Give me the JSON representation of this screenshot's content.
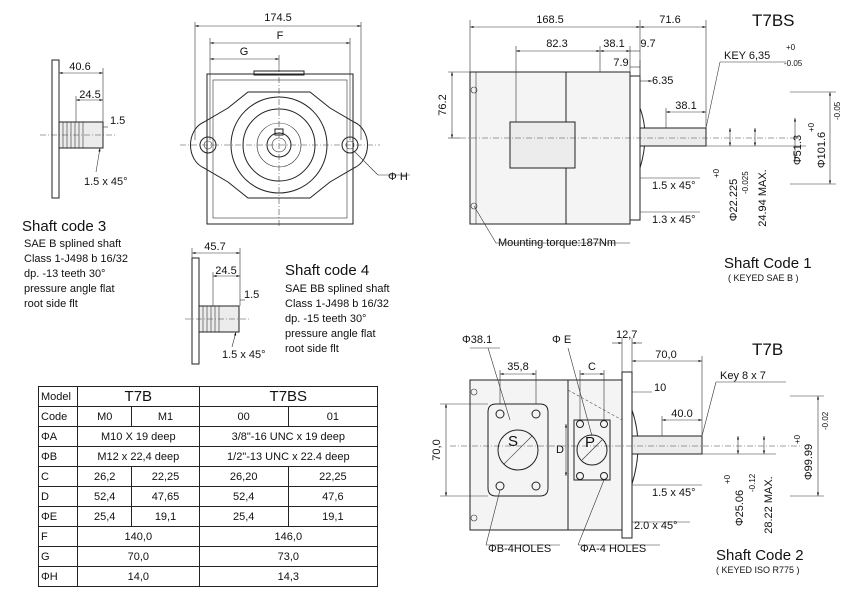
{
  "top_view": {
    "overall_width": "174.5",
    "dim_f": "F",
    "dim_g": "G",
    "phi_h": "Φ H"
  },
  "shaft3": {
    "dim_width": "40.6",
    "dim_spline": "24.5",
    "dim_step": "1.5",
    "chamfer": "1.5 x 45°",
    "title": "Shaft code 3",
    "lines": [
      "SAE B splined shaft",
      "Class 1-J498 b 16/32",
      "dp. -13 teeth 30°",
      "pressure angle flat",
      "root side flt"
    ]
  },
  "shaft4": {
    "dim_width": "45.7",
    "dim_spline": "24.5",
    "dim_step": "1.5",
    "chamfer": "1.5 x 45°",
    "title": "Shaft code 4",
    "lines": [
      "SAE BB splined shaft",
      "Class 1-J498 b 16/32",
      "dp. -15 teeth 30°",
      "pressure angle flat",
      "root side flt"
    ]
  },
  "t7bs": {
    "title": "T7BS",
    "dim_overall": "168.5",
    "dim_flange": "71.6",
    "dim_82": "82.3",
    "dim_38a": "38.1",
    "dim_97": "9.7",
    "dim_79": "7.9",
    "dim_635": "6.35",
    "dim_762": "76.2",
    "dim_381": "38.1",
    "key": "KEY 6,35",
    "key_tol_up": "+0",
    "key_tol_dn": "-0.05",
    "chamfer1": "1.5 x 45°",
    "chamfer2": "1.3 x 45°",
    "dia_513": "Φ51.3",
    "dia_1016": "Φ101.6",
    "dia_1016_tol_up": "+0",
    "dia_1016_tol_dn": "-0.05",
    "dia_22225": "Φ22.225",
    "dia_22225_tol": "-0.025",
    "dia_22225_tol_up": "+0",
    "dim_2494": "24.94 MAX.",
    "mounting": "Mounting torque:187Nm",
    "shaft_code": "Shaft Code 1",
    "shaft_code_sub": "( KEYED  SAE  B )"
  },
  "t7b": {
    "title": "T7B",
    "dia_381": "Φ38.1",
    "dia_e": "Φ E",
    "dim_127": "12,7",
    "dim_358": "35,8",
    "dim_c": "C",
    "dim_d": "D",
    "dim_700a": "70,0",
    "dim_700b": "70,0",
    "dim_10": "10",
    "dim_400": "40.0",
    "key": "Key 8 x 7",
    "chamfer1": "1.5 x 45°",
    "chamfer2": "2.0 x 45°",
    "dia_2506": "Φ25.06",
    "dia_2506_tol_up": "+0",
    "dia_2506_tol_dn": "-0.12",
    "dim_2822": "28.22 MAX.",
    "dia_9999": "Φ99.99",
    "dia_9999_tol_up": "+0",
    "dia_9999_tol_dn": "-0.02",
    "label_s": "S",
    "label_p": "P",
    "holes_b": "ΦB-4HOLES",
    "holes_a": "ΦA-4 HOLES",
    "shaft_code": "Shaft Code 2",
    "shaft_code_sub": "( KEYED  ISO R775 )"
  },
  "table": {
    "model_label": "Model",
    "code_label": "Code",
    "model_t7b": "T7B",
    "model_t7bs": "T7BS",
    "codes": [
      "M0",
      "M1",
      "00",
      "01"
    ],
    "rows_split": [
      {
        "label": "ΦA",
        "t7b": "M10 X 19 deep",
        "t7bs": "3/8\"-16 UNC x 19 deep"
      },
      {
        "label": "ΦB",
        "t7b": "M12 x 22,4 deep",
        "t7bs": "1/2\"-13 UNC x 22.4 deep"
      }
    ],
    "rows_four": [
      {
        "label": "C",
        "v": [
          "26,2",
          "22,25",
          "26,20",
          "22,25"
        ]
      },
      {
        "label": "D",
        "v": [
          "52,4",
          "47,65",
          "52,4",
          "47,6"
        ]
      },
      {
        "label": "ΦE",
        "v": [
          "25,4",
          "19,1",
          "25,4",
          "19,1"
        ]
      }
    ],
    "rows_two": [
      {
        "label": "F",
        "t7b": "140,0",
        "t7bs": "146,0"
      },
      {
        "label": "G",
        "t7b": "70,0",
        "t7bs": "73,0"
      },
      {
        "label": "ΦH",
        "t7b": "14,0",
        "t7bs": "14,3"
      }
    ]
  }
}
